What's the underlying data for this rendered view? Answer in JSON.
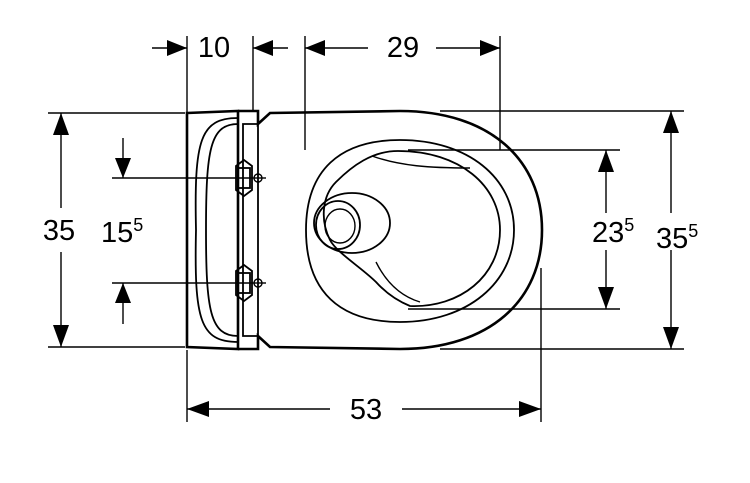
{
  "diagram": {
    "dimensions": {
      "top_left": "10",
      "top_right": "29",
      "left_height": "35",
      "fixing_spacing_base": "15",
      "fixing_spacing_sup": "5",
      "inner_height_base": "23",
      "inner_height_sup": "5",
      "outer_height_base": "35",
      "outer_height_sup": "5",
      "bottom_length": "53"
    }
  }
}
